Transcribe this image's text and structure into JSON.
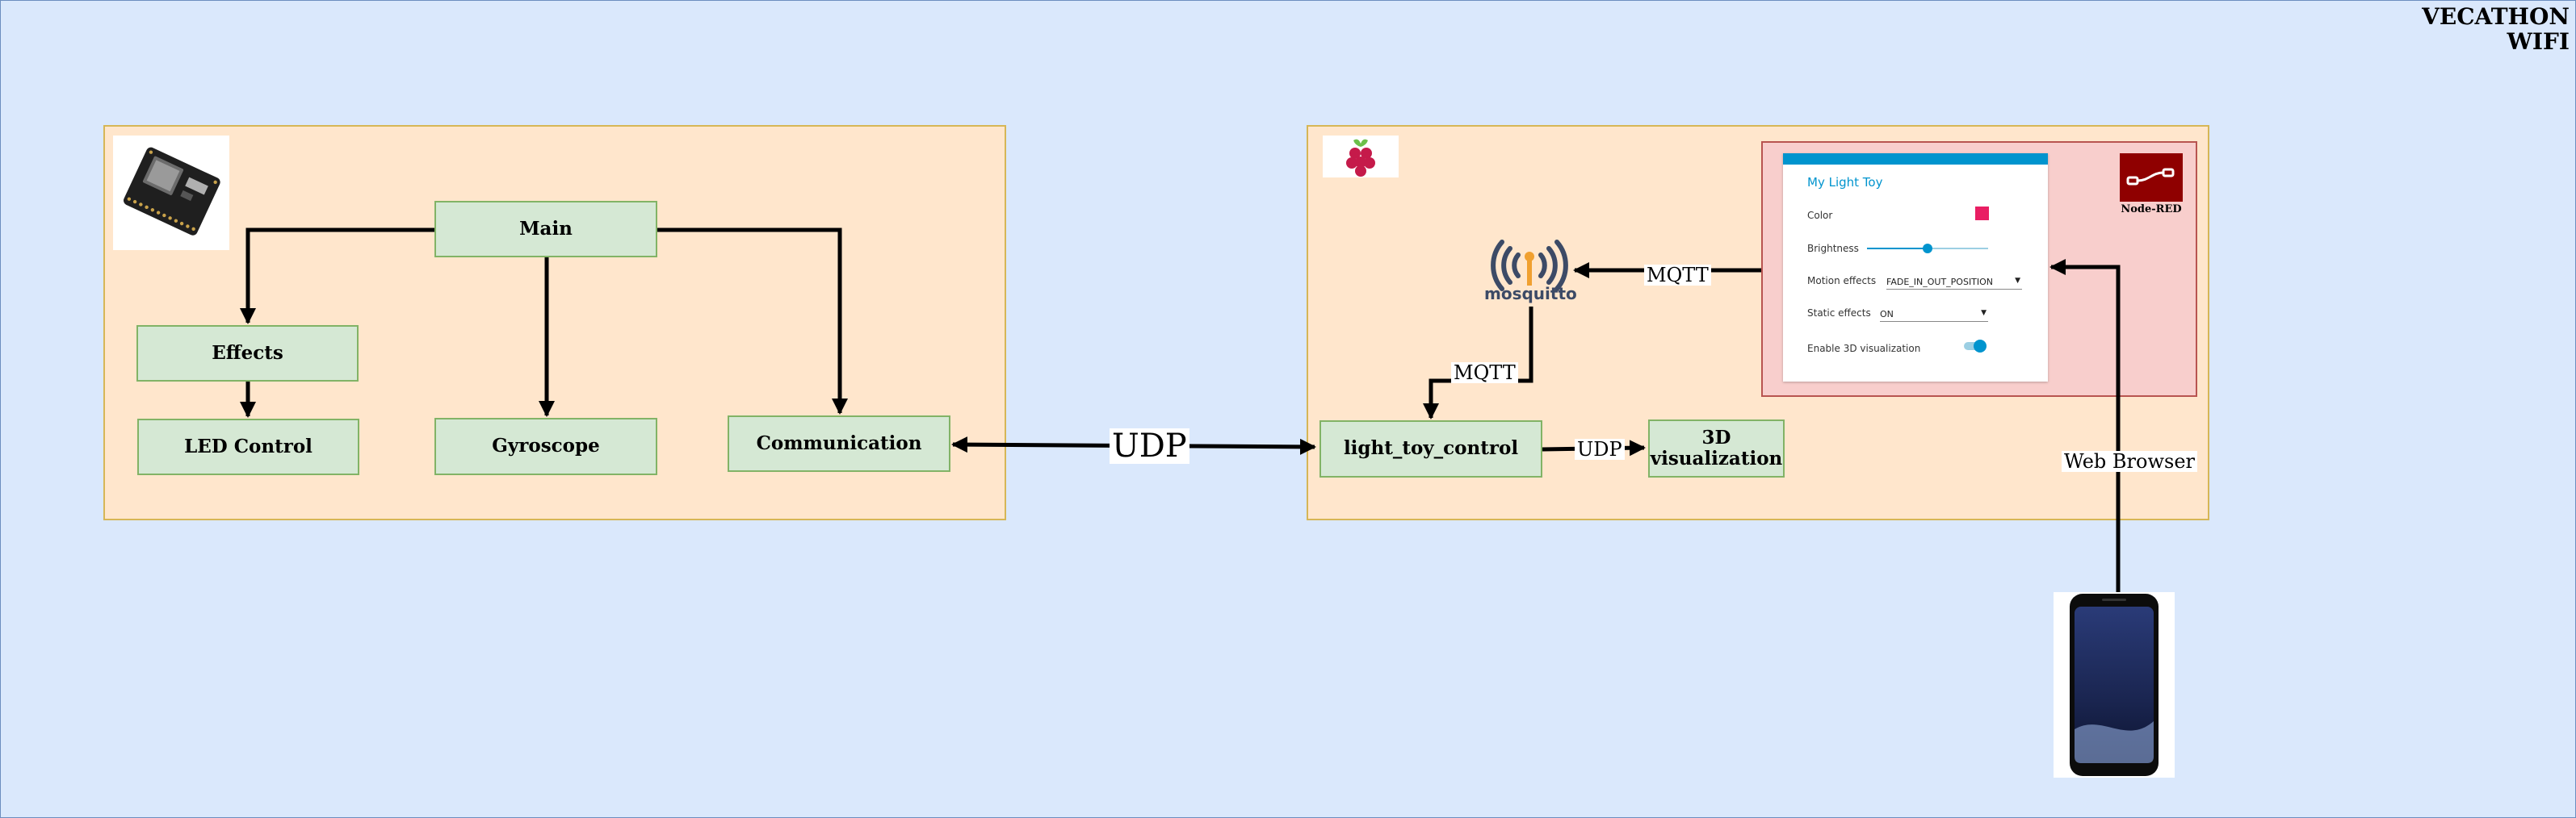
{
  "title": "VECATHON\nWIFI",
  "left_group": {
    "nodes": {
      "main": "Main",
      "effects": "Effects",
      "led_control": "LED Control",
      "gyroscope": "Gyroscope",
      "communication": "Communication"
    },
    "icon": "esp32-board-icon"
  },
  "right_group": {
    "icon": "raspberry-pi-icon",
    "mosquitto": {
      "logo_text": "mosquitto",
      "icon": "mosquitto-broker-icon"
    },
    "nodes": {
      "light_toy_control": "light_toy_control",
      "visualization": "3D\nvisualization"
    },
    "node_red": {
      "label": "Node-RED",
      "dashboard": {
        "title": "My Light Toy",
        "rows": {
          "color": "Color",
          "brightness": "Brightness",
          "motion": "Motion effects",
          "static": "Static effects",
          "enable3d": "Enable 3D visualization"
        },
        "motion_value": "FADE_IN_OUT_POSITION",
        "static_value": "ON",
        "color_swatch": "#e91e63",
        "brightness_level": 0.5,
        "toggle_on": true
      }
    }
  },
  "edge_labels": {
    "udp_main": "UDP",
    "udp_small": "UDP",
    "mqtt_top": "MQTT",
    "mqtt_bottom": "MQTT",
    "web_browser": "Web Browser"
  },
  "device": {
    "icon": "smartphone-icon"
  }
}
